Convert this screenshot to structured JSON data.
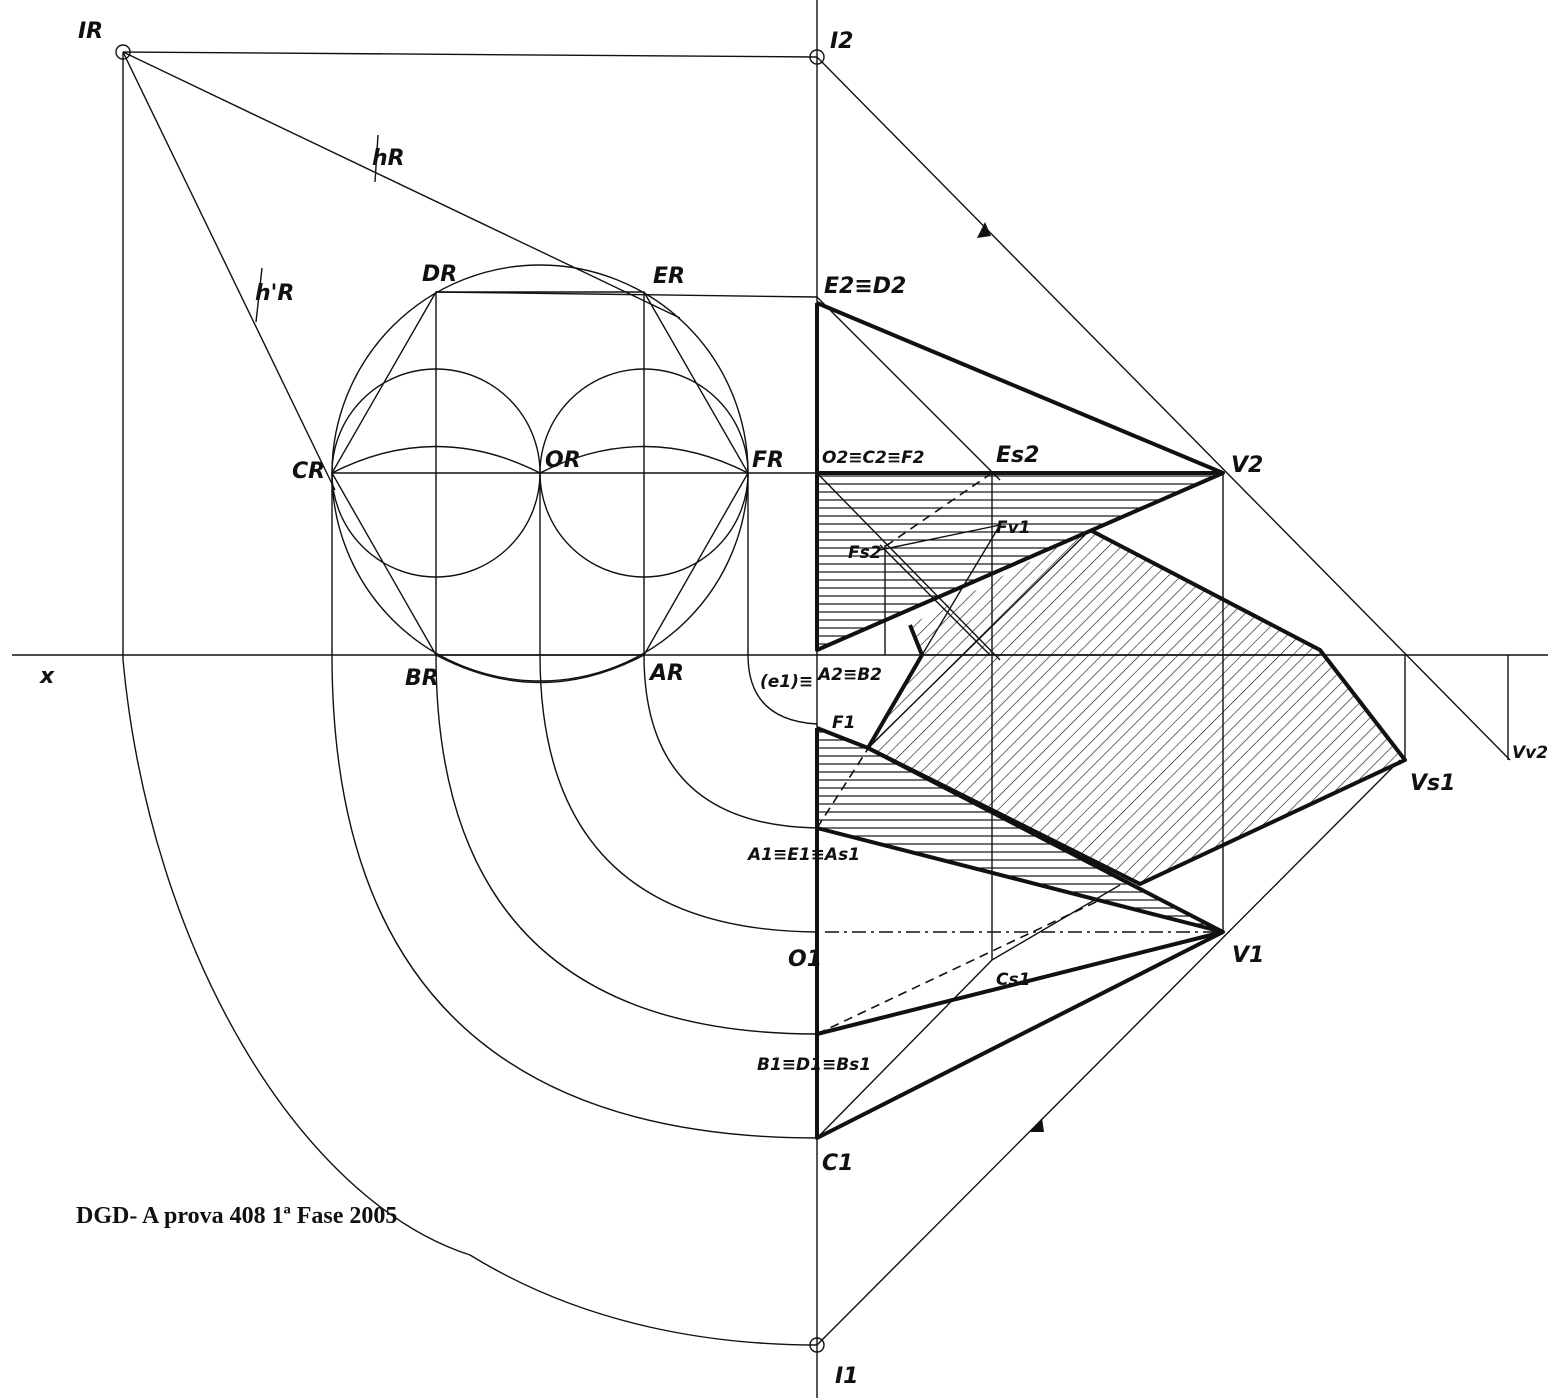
{
  "caption": "DGD- A prova 408 1ª Fase 2005",
  "labels": {
    "x_axis": "x",
    "I_R": "IR",
    "I_2": "I2",
    "I_1": "I1",
    "h_R": "hR",
    "h_R_prime": "h'R",
    "D_R": "DR",
    "E_R": "ER",
    "C_R": "CR",
    "O_R": "OR",
    "F_R": "FR",
    "B_R": "BR",
    "A_R": "AR",
    "E2_D2": "E2≡D2",
    "O2_C2_F2": "O2≡C2≡F2",
    "Es2": "Es2",
    "Fv1": "Fv1",
    "Fs2": "Fs2",
    "V2": "V2",
    "e1": "(e1)≡",
    "A2_B2": "A2≡B2",
    "F1": "F1",
    "A1_E1_As1": "A1≡E1≡As1",
    "O1": "O1",
    "V1": "V1",
    "Cs1": "Cs1",
    "B1_D1_Bs1": "B1≡D1≡Bs1",
    "C1": "C1",
    "Vs1": "Vs1",
    "Vv2": "Vv2"
  }
}
